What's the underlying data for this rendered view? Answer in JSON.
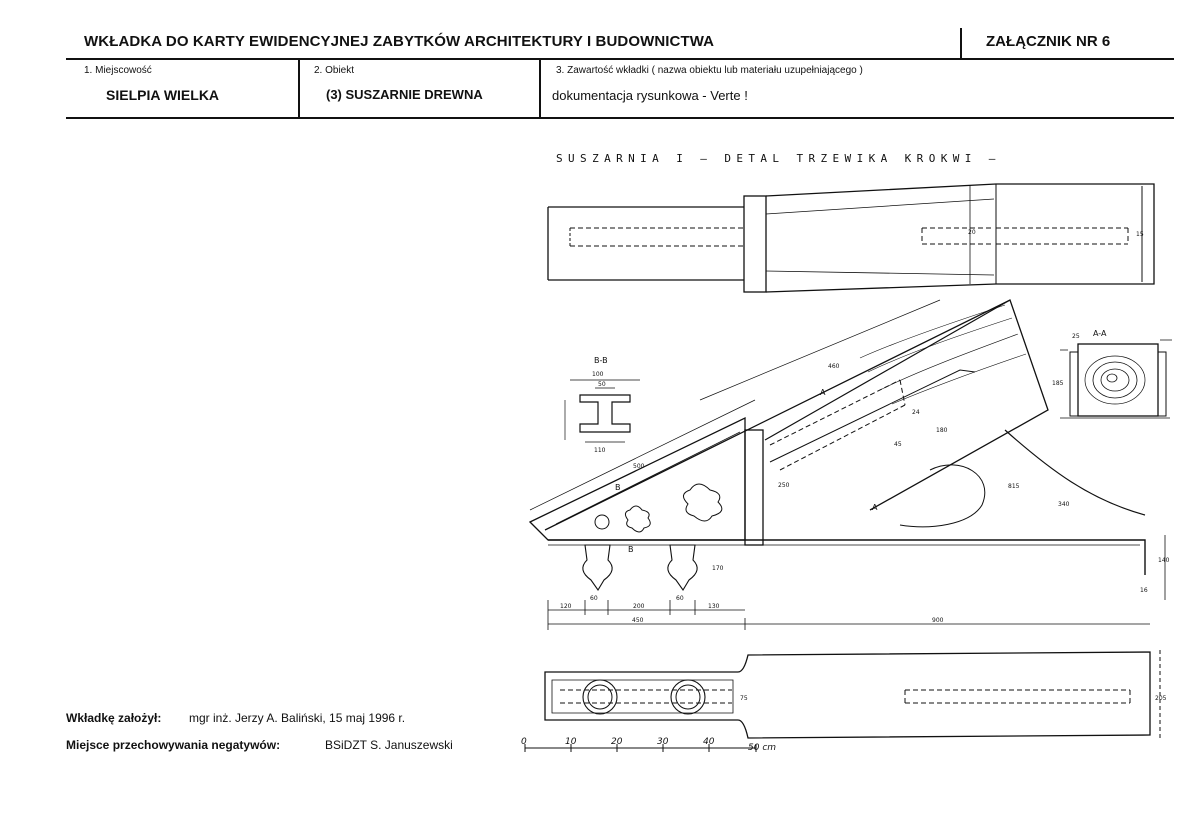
{
  "header": {
    "title": "WKŁADKA DO KARTY EWIDENCYJNEJ ZABYTKÓW ARCHITEKTURY I BUDOWNICTWA",
    "annex": "ZAŁĄCZNIK NR 6"
  },
  "fields": {
    "locality_label": "1. Miejscowość",
    "locality_value": "SIELPIA WIELKA",
    "object_label": "2. Obiekt",
    "object_value": "(3) SUSZARNIE DREWNA",
    "content_label": "3. Zawartość wkładki ( nazwa obiektu lub materiału uzupełniającego )",
    "content_value": "dokumentacja rysunkowa - Verte !"
  },
  "drawing": {
    "title": "SUSZARNIA I — DETAL TRZEWIKA KROKWI —",
    "section_aa": "A-A",
    "section_bb": "B-B",
    "marker_a": "A",
    "marker_b": "B",
    "dims": {
      "d460": "460",
      "d500": "500",
      "d24": "24",
      "d180": "180",
      "d45": "45",
      "d250": "250",
      "d815": "815",
      "d340": "340",
      "d140": "140",
      "d170": "170",
      "d60": "60",
      "d100": "100",
      "d50": "50",
      "d120": "120",
      "d200": "200",
      "d130": "130",
      "d450": "450",
      "d900": "900",
      "d16": "16",
      "d185": "185",
      "d25": "25",
      "d110": "110",
      "d205": "205",
      "d20": "20",
      "d15": "15",
      "d75": "75"
    },
    "scale": {
      "ticks": [
        "0",
        "10",
        "20",
        "30",
        "40",
        "50 cm"
      ]
    }
  },
  "footer": {
    "founder_label": "Wkładkę założył:",
    "founder_value": "mgr inż. Jerzy A. Baliński, 15 maj 1996 r.",
    "negatives_label": "Miejsce przechowywania negatywów:",
    "negatives_value": "BSiDZT S. Januszewski"
  },
  "colors": {
    "ink": "#111111",
    "paper": "#ffffff"
  }
}
